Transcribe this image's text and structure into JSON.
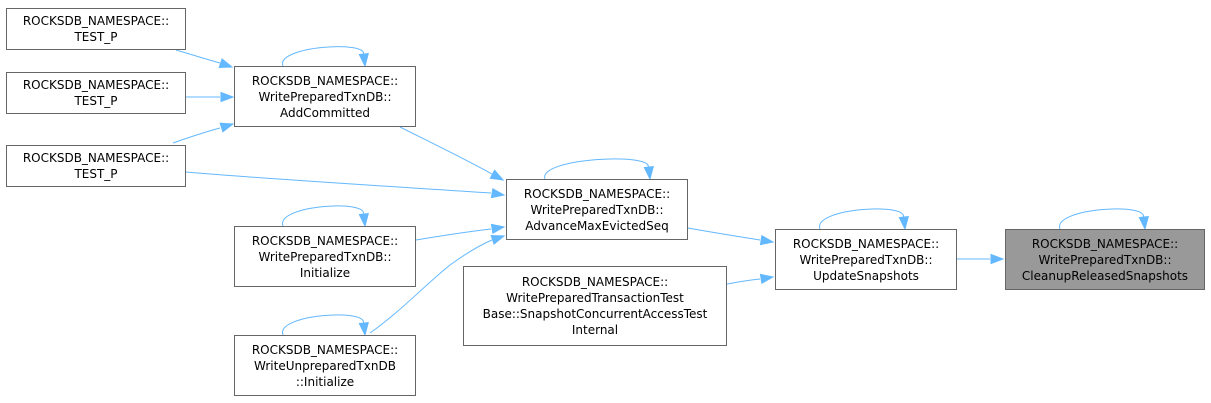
{
  "colors": {
    "edge": "#63b8ff",
    "node_border": "#666666",
    "node_fill": "#ffffff",
    "current_fill": "#999999"
  },
  "nodes": {
    "test_p_1": {
      "lines": [
        "ROCKSDB_NAMESPACE::",
        "TEST_P"
      ]
    },
    "test_p_2": {
      "lines": [
        "ROCKSDB_NAMESPACE::",
        "TEST_P"
      ]
    },
    "test_p_3": {
      "lines": [
        "ROCKSDB_NAMESPACE::",
        "TEST_P"
      ]
    },
    "add_committed": {
      "lines": [
        "ROCKSDB_NAMESPACE::",
        "WritePreparedTxnDB::",
        "AddCommitted"
      ]
    },
    "advance_max_evicted_seq": {
      "lines": [
        "ROCKSDB_NAMESPACE::",
        "WritePreparedTxnDB::",
        "AdvanceMaxEvictedSeq"
      ]
    },
    "initialize_prepared": {
      "lines": [
        "ROCKSDB_NAMESPACE::",
        "WritePreparedTxnDB::",
        "Initialize"
      ]
    },
    "initialize_unprepared": {
      "lines": [
        "ROCKSDB_NAMESPACE::",
        "WriteUnpreparedTxnDB",
        "::Initialize"
      ]
    },
    "snapshot_concurrent_test": {
      "lines": [
        "ROCKSDB_NAMESPACE::",
        "WritePreparedTransactionTest",
        "Base::SnapshotConcurrentAccessTest",
        "Internal"
      ]
    },
    "update_snapshots": {
      "lines": [
        "ROCKSDB_NAMESPACE::",
        "WritePreparedTxnDB::",
        "UpdateSnapshots"
      ]
    },
    "cleanup_released_snapshots": {
      "lines": [
        "ROCKSDB_NAMESPACE::",
        "WritePreparedTxnDB::",
        "CleanupReleasedSnapshots"
      ]
    }
  },
  "edges": [
    {
      "from": "test_p_1",
      "to": "add_committed"
    },
    {
      "from": "test_p_2",
      "to": "add_committed"
    },
    {
      "from": "test_p_3",
      "to": "add_committed"
    },
    {
      "from": "test_p_3",
      "to": "advance_max_evicted_seq"
    },
    {
      "from": "add_committed",
      "to": "add_committed"
    },
    {
      "from": "add_committed",
      "to": "advance_max_evicted_seq"
    },
    {
      "from": "initialize_prepared",
      "to": "initialize_prepared"
    },
    {
      "from": "initialize_prepared",
      "to": "advance_max_evicted_seq"
    },
    {
      "from": "initialize_unprepared",
      "to": "initialize_unprepared"
    },
    {
      "from": "initialize_unprepared",
      "to": "advance_max_evicted_seq"
    },
    {
      "from": "advance_max_evicted_seq",
      "to": "advance_max_evicted_seq"
    },
    {
      "from": "advance_max_evicted_seq",
      "to": "update_snapshots"
    },
    {
      "from": "snapshot_concurrent_test",
      "to": "update_snapshots"
    },
    {
      "from": "update_snapshots",
      "to": "update_snapshots"
    },
    {
      "from": "update_snapshots",
      "to": "cleanup_released_snapshots"
    },
    {
      "from": "cleanup_released_snapshots",
      "to": "cleanup_released_snapshots"
    }
  ]
}
